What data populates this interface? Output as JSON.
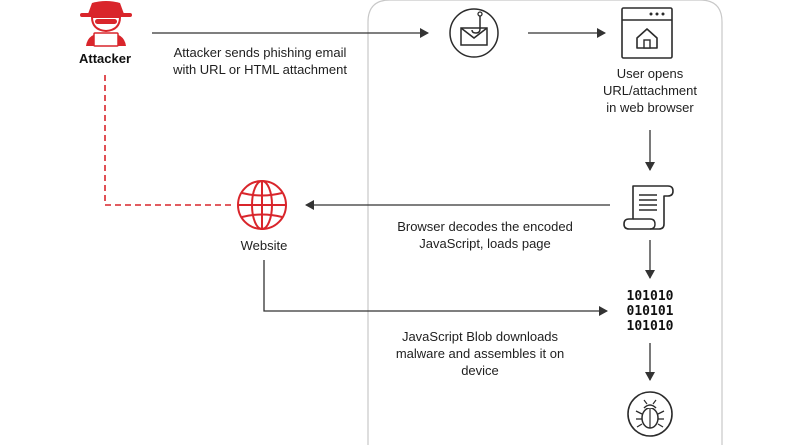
{
  "nodes": {
    "attacker": {
      "label": "Attacker"
    },
    "website": {
      "label": "Website"
    },
    "user": {
      "lines": [
        "User opens",
        "URL/attachment",
        "in web browser"
      ]
    }
  },
  "edges": {
    "phishing": {
      "lines": [
        "Attacker sends phishing email",
        "with URL or HTML attachment"
      ]
    },
    "decode": {
      "lines": [
        "Browser decodes the encoded",
        "JavaScript, loads page"
      ]
    },
    "blob": {
      "lines": [
        "JavaScript Blob downloads",
        "malware and assembles it on",
        "device"
      ]
    }
  },
  "binary_text": [
    "101010",
    "010101",
    "101010"
  ],
  "colors": {
    "accent_red": "#d9252b",
    "line": "#333333",
    "boundary": "#c8c8c8",
    "icon_stroke": "#2b2b2b"
  },
  "icons": [
    "hacker-icon",
    "email-hook-icon",
    "browser-window-icon",
    "script-scroll-icon",
    "binary-icon",
    "globe-icon",
    "bug-icon"
  ]
}
